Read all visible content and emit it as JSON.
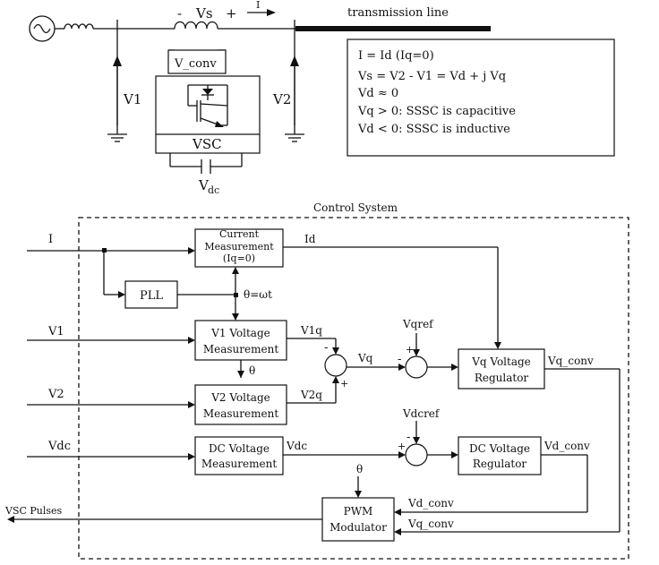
{
  "circuit": {
    "vs_minus": "-",
    "vs_label": "Vs",
    "vs_plus": "+",
    "current_label": "I",
    "line_label": "transmission line",
    "v_conv_label": "V_conv",
    "v1_label": "V1",
    "v2_label": "V2",
    "vsc_label": "VSC",
    "vdc_main": "V",
    "vdc_sub": "dc"
  },
  "equations": [
    "I = Id  (Iq=0)",
    "Vs = V2 - V1 = Vd + j Vq",
    "Vd ≈ 0",
    "Vq > 0: SSSC is capacitive",
    "Vd < 0: SSSC is inductive"
  ],
  "control": {
    "title": "Control System",
    "inputs": {
      "i": "I",
      "v1": "V1",
      "v2": "V2",
      "vdc": "Vdc"
    },
    "blocks": {
      "current_meas": [
        "Current",
        "Measurement",
        "(Iq=0)"
      ],
      "pll": "PLL",
      "v1_meas": [
        "V1 Voltage",
        "Measurement"
      ],
      "v2_meas": [
        "V2 Voltage",
        "Measurement"
      ],
      "dc_meas": [
        "DC Voltage",
        "Measurement"
      ],
      "vq_reg": [
        "Vq Voltage",
        "Regulator"
      ],
      "dc_reg": [
        "DC Voltage",
        "Regulator"
      ],
      "pwm": [
        "PWM",
        "Modulator"
      ]
    },
    "signals": {
      "id": "Id",
      "theta_wt": "θ=ωt",
      "theta_a": "θ",
      "theta_b": "θ",
      "v1q": "V1q",
      "v2q": "V2q",
      "vq": "Vq",
      "vqref": "Vqref",
      "vdc_out": "Vdc",
      "vdcref": "Vdcref",
      "vq_conv_out": "Vq_conv",
      "vd_conv_out": "Vd_conv",
      "vd_conv_in": "Vd_conv",
      "vq_conv_in": "Vq_conv",
      "vsc_pulses": "VSC Pulses"
    },
    "signs": {
      "s1_minus": "-",
      "s1_plus": "+",
      "s2_minus": "-",
      "s2_plus": "+",
      "s3_plus": "+",
      "s3_minus": "-"
    }
  }
}
